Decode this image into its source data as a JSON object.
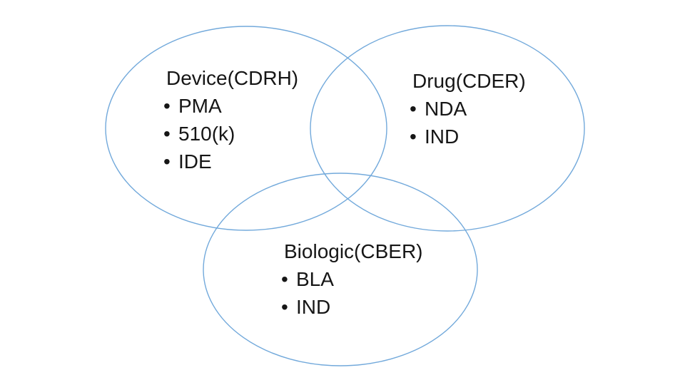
{
  "page": {
    "background_color": "#ffffff"
  },
  "diagram": {
    "type": "venn",
    "stroke_color": "#72A9DB",
    "text_color": "#161616",
    "bullet": "•",
    "groups": [
      {
        "id": "device",
        "title": "Device(CDRH)",
        "items": [
          "PMA",
          "510(k)",
          "IDE"
        ]
      },
      {
        "id": "drug",
        "title": "Drug(CDER)",
        "items": [
          "NDA",
          "IND"
        ]
      },
      {
        "id": "biologic",
        "title": "Biologic(CBER)",
        "items": [
          "BLA",
          "IND"
        ]
      }
    ]
  }
}
